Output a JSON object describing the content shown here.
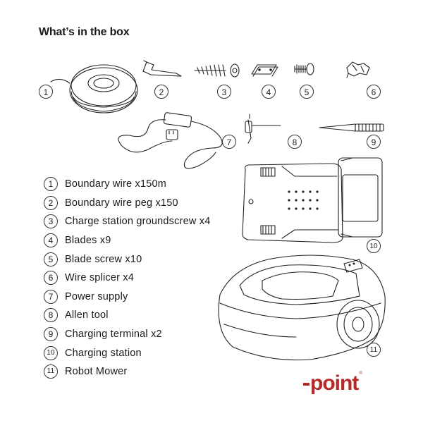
{
  "title": "What’s in the box",
  "callouts": [
    "1",
    "2",
    "3",
    "4",
    "5",
    "6",
    "7",
    "8",
    "9",
    "10",
    "11"
  ],
  "items": [
    {
      "num": "1",
      "label": "Boundary wire x150m"
    },
    {
      "num": "2",
      "label": "Boundary wire peg x150"
    },
    {
      "num": "3",
      "label": "Charge station groundscrew x4"
    },
    {
      "num": "4",
      "label": "Blades  x9"
    },
    {
      "num": "5",
      "label": "Blade screw x10"
    },
    {
      "num": "6",
      "label": "Wire splicer x4"
    },
    {
      "num": "7",
      "label": "Power supply"
    },
    {
      "num": "8",
      "label": "Allen tool"
    },
    {
      "num": "9",
      "label": "Charging terminal x2"
    },
    {
      "num": "10",
      "label": "Charging station"
    },
    {
      "num": "11",
      "label": "Robot Mower"
    }
  ],
  "brand": {
    "logo_text": "point",
    "color": "#b32a28"
  },
  "icons": [
    "wire-spool-icon",
    "wire-peg-icon",
    "groundscrew-icon",
    "blade-icon",
    "blade-screw-icon",
    "wire-splicer-icon",
    "power-supply-icon",
    "allen-tool-icon",
    "charging-terminal-icon",
    "charging-station-icon",
    "robot-mower-icon"
  ]
}
